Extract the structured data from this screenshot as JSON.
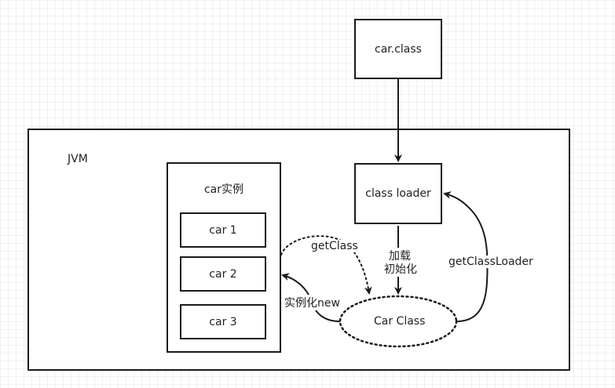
{
  "nodes": {
    "car_class_file": "car.class",
    "jvm": "JVM",
    "instance_group": "car实例",
    "instances": [
      "car 1",
      "car 2",
      "car 3"
    ],
    "class_loader": "class loader",
    "car_class": "Car Class"
  },
  "edges": {
    "load": [
      "加载",
      "初始化"
    ],
    "get_class": "getClass",
    "instantiate": "实例化new",
    "get_class_loader": "getClassLoader"
  }
}
